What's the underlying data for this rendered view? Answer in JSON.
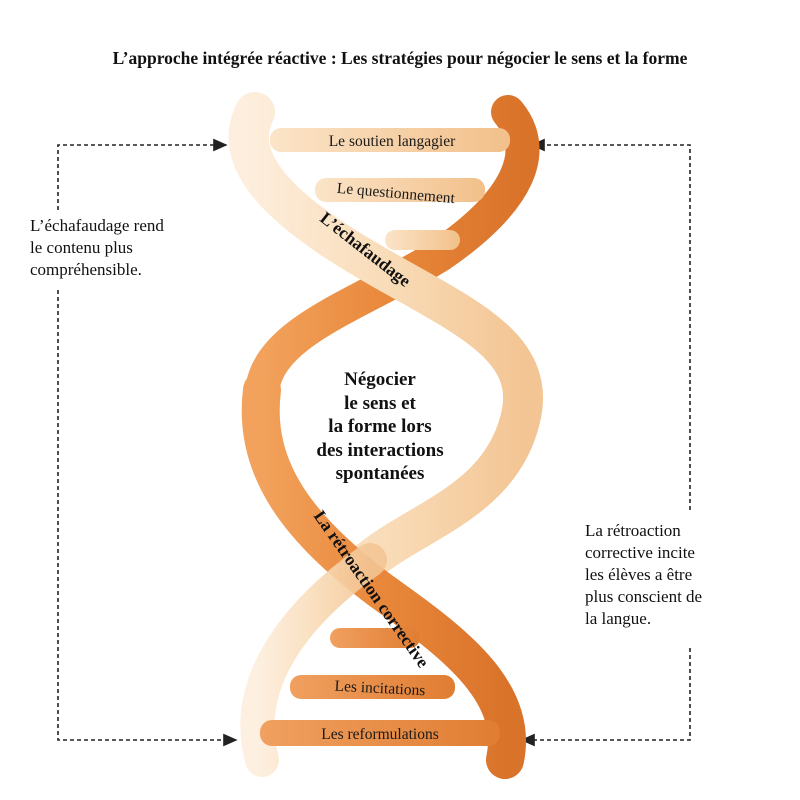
{
  "title": "L’approche intégrée réactive : Les stratégies pour négocier le sens et la forme",
  "center_label": [
    "Négocier",
    "le sens et",
    "la forme lors",
    "des interactions",
    "spontanées"
  ],
  "strands": {
    "top": "L’échafaudage",
    "bottom": "La rétroaction corrective"
  },
  "rungs": {
    "r1": "Le soutien langagier",
    "r2": "Le questionnement",
    "r3": "Les incitations",
    "r4": "Les reformulations"
  },
  "notes": {
    "left": [
      "L’échafaudage rend",
      "le contenu plus",
      "compréhensible."
    ],
    "right": [
      "La rétroaction",
      "corrective incite",
      "les élèves a être",
      "plus conscient de",
      "la langue."
    ]
  },
  "colors": {
    "light_strand": "#f8d8b4",
    "dark_strand": "#e9883c",
    "arrow": "#222222"
  }
}
